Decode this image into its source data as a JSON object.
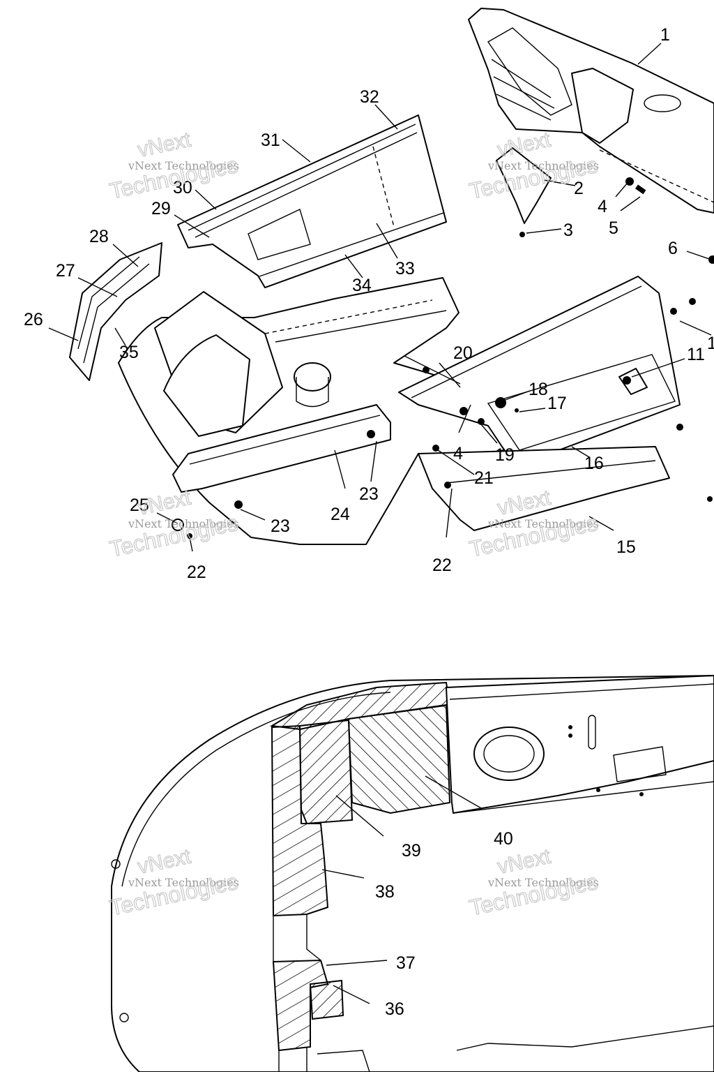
{
  "watermark": {
    "line1": "vNext",
    "line2": "vNext Technologies",
    "line3": "Technologies"
  },
  "upper_callouts": [
    "1",
    "2",
    "3",
    "4",
    "5",
    "6",
    "11",
    "17",
    "18",
    "19",
    "20",
    "4",
    "21",
    "16",
    "15",
    "22",
    "23",
    "24",
    "23",
    "25",
    "22",
    "26",
    "27",
    "28",
    "29",
    "30",
    "31",
    "32",
    "33",
    "34",
    "35"
  ],
  "lower_callouts": [
    "36",
    "37",
    "38",
    "39",
    "40"
  ],
  "partial_callout": "1"
}
